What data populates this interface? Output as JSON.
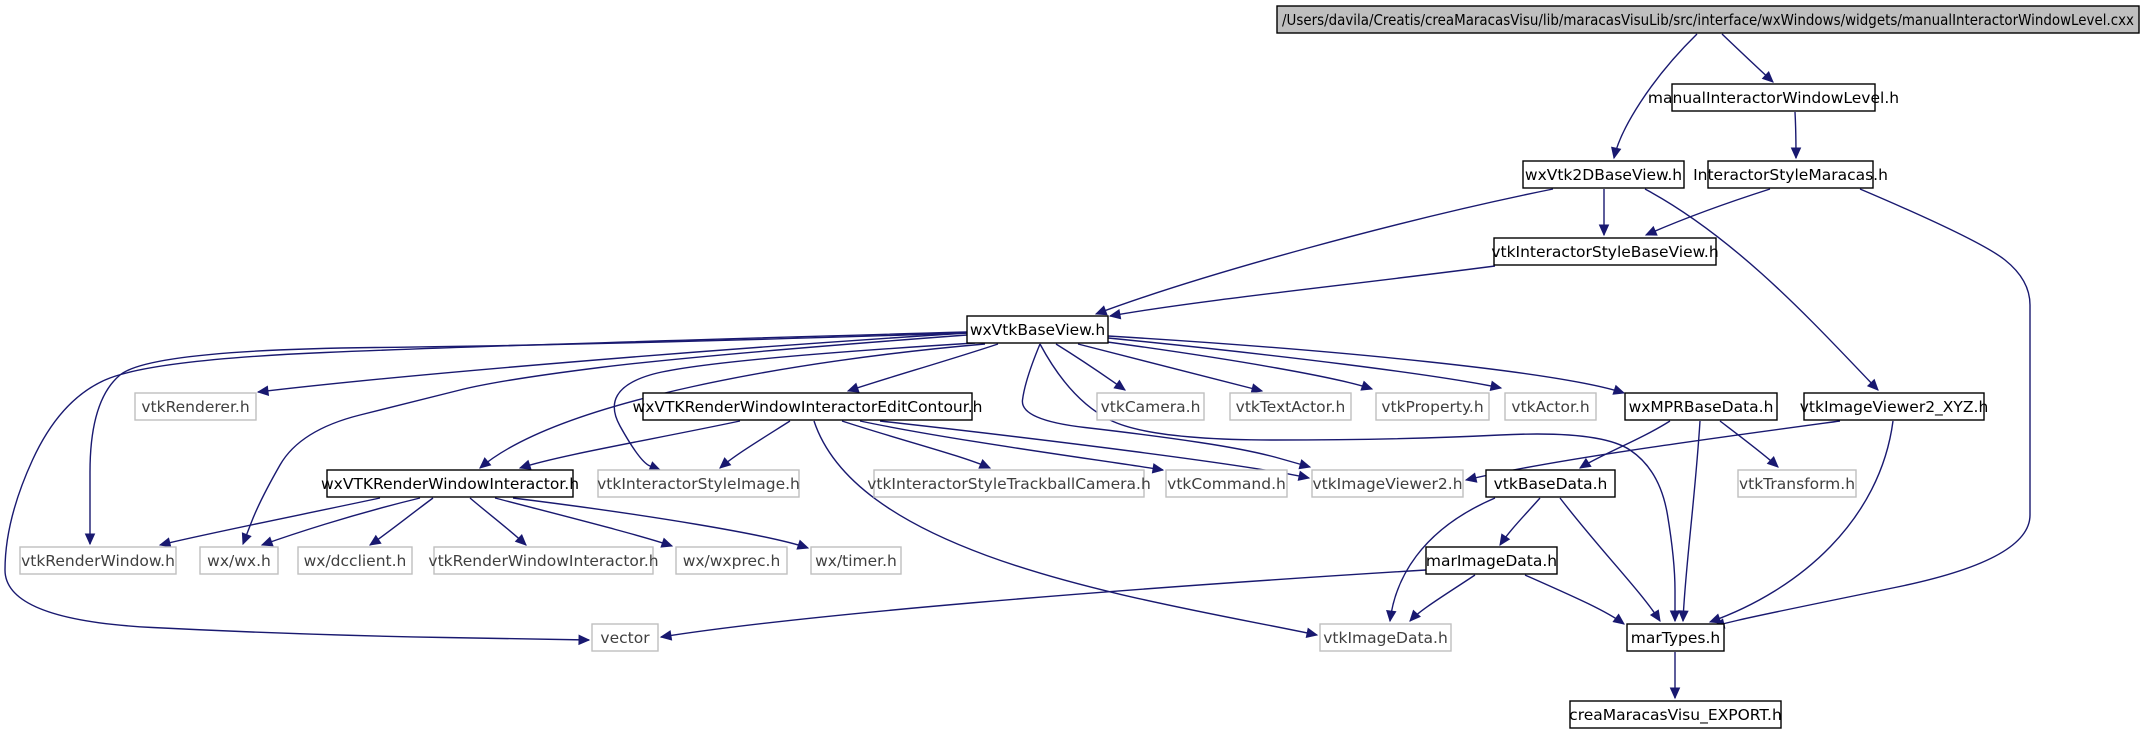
{
  "graph": {
    "title": "/Users/davila/Creatis/creaMaracasVisu/lib/maracasVisuLib/src/interface/wxWindows/widgets/manualInteractorWindowLevel.cxx",
    "colors": {
      "edge": "#191970",
      "root_fill": "#bfbfbf",
      "node_border": "#000000",
      "external_border": "#bfbfbf",
      "text": "#000000",
      "external_text": "#404040"
    },
    "nodes": [
      {
        "id": "root",
        "label": "/Users/davila/Creatis/creaMaracasVisu/lib/maracasVisuLib/src/interface/wxWindows/widgets/manualInteractorWindowLevel.cxx",
        "kind": "root"
      },
      {
        "id": "manualInteractorWindowLevel_h",
        "label": "manualInteractorWindowLevel.h",
        "kind": "doc"
      },
      {
        "id": "wxVtk2DBaseView_h",
        "label": "wxVtk2DBaseView.h",
        "kind": "doc"
      },
      {
        "id": "InteractorStyleMaracas_h",
        "label": "InteractorStyleMaracas.h",
        "kind": "doc"
      },
      {
        "id": "vtkInteractorStyleBaseView_h",
        "label": "vtkInteractorStyleBaseView.h",
        "kind": "doc"
      },
      {
        "id": "wxVtkBaseView_h",
        "label": "wxVtkBaseView.h",
        "kind": "doc"
      },
      {
        "id": "vtkRenderer_h",
        "label": "vtkRenderer.h",
        "kind": "ext"
      },
      {
        "id": "wxVTKRenderWindowInteractorEditContour_h",
        "label": "wxVTKRenderWindowInteractorEditContour.h",
        "kind": "doc"
      },
      {
        "id": "vtkCamera_h",
        "label": "vtkCamera.h",
        "kind": "ext"
      },
      {
        "id": "vtkTextActor_h",
        "label": "vtkTextActor.h",
        "kind": "ext"
      },
      {
        "id": "vtkProperty_h",
        "label": "vtkProperty.h",
        "kind": "ext"
      },
      {
        "id": "vtkActor_h",
        "label": "vtkActor.h",
        "kind": "ext"
      },
      {
        "id": "wxMPRBaseData_h",
        "label": "wxMPRBaseData.h",
        "kind": "doc"
      },
      {
        "id": "vtkImageViewer2_XYZ_h",
        "label": "vtkImageViewer2_XYZ.h",
        "kind": "doc"
      },
      {
        "id": "wxVTKRenderWindowInteractor_h",
        "label": "wxVTKRenderWindowInteractor.h",
        "kind": "doc"
      },
      {
        "id": "vtkInteractorStyleImage_h",
        "label": "vtkInteractorStyleImage.h",
        "kind": "ext"
      },
      {
        "id": "vtkInteractorStyleTrackballCamera_h",
        "label": "vtkInteractorStyleTrackballCamera.h",
        "kind": "ext"
      },
      {
        "id": "vtkCommand_h",
        "label": "vtkCommand.h",
        "kind": "ext"
      },
      {
        "id": "vtkImageViewer2_h",
        "label": "vtkImageViewer2.h",
        "kind": "ext"
      },
      {
        "id": "vtkBaseData_h",
        "label": "vtkBaseData.h",
        "kind": "doc"
      },
      {
        "id": "vtkTransform_h",
        "label": "vtkTransform.h",
        "kind": "ext"
      },
      {
        "id": "vtkRenderWindow_h",
        "label": "vtkRenderWindow.h",
        "kind": "ext"
      },
      {
        "id": "wx_wx_h",
        "label": "wx/wx.h",
        "kind": "ext"
      },
      {
        "id": "wx_dcclient_h",
        "label": "wx/dcclient.h",
        "kind": "ext"
      },
      {
        "id": "vtkRenderWindowInteractor_h",
        "label": "vtkRenderWindowInteractor.h",
        "kind": "ext"
      },
      {
        "id": "wx_wxprec_h",
        "label": "wx/wxprec.h",
        "kind": "ext"
      },
      {
        "id": "wx_timer_h",
        "label": "wx/timer.h",
        "kind": "ext"
      },
      {
        "id": "marImageData_h",
        "label": "marImageData.h",
        "kind": "doc"
      },
      {
        "id": "vector",
        "label": "vector",
        "kind": "ext"
      },
      {
        "id": "vtkImageData_h",
        "label": "vtkImageData.h",
        "kind": "ext"
      },
      {
        "id": "marTypes_h",
        "label": "marTypes.h",
        "kind": "doc"
      },
      {
        "id": "creaMaracasVisu_EXPORT_h",
        "label": "creaMaracasVisu_EXPORT.h",
        "kind": "doc"
      }
    ],
    "edges": [
      {
        "from": "root",
        "to": "wxVtk2DBaseView_h"
      },
      {
        "from": "root",
        "to": "manualInteractorWindowLevel_h"
      },
      {
        "from": "manualInteractorWindowLevel_h",
        "to": "InteractorStyleMaracas_h"
      },
      {
        "from": "wxVtk2DBaseView_h",
        "to": "wxVtkBaseView_h"
      },
      {
        "from": "wxVtk2DBaseView_h",
        "to": "vtkInteractorStyleBaseView_h"
      },
      {
        "from": "wxVtk2DBaseView_h",
        "to": "vtkImageViewer2_XYZ_h"
      },
      {
        "from": "InteractorStyleMaracas_h",
        "to": "vtkInteractorStyleBaseView_h"
      },
      {
        "from": "InteractorStyleMaracas_h",
        "to": "marTypes_h"
      },
      {
        "from": "vtkInteractorStyleBaseView_h",
        "to": "wxVtkBaseView_h"
      },
      {
        "from": "wxVtkBaseView_h",
        "to": "vtkRenderer_h"
      },
      {
        "from": "wxVtkBaseView_h",
        "to": "wxVTKRenderWindowInteractorEditContour_h"
      },
      {
        "from": "wxVtkBaseView_h",
        "to": "vtkCamera_h"
      },
      {
        "from": "wxVtkBaseView_h",
        "to": "vtkTextActor_h"
      },
      {
        "from": "wxVtkBaseView_h",
        "to": "vtkProperty_h"
      },
      {
        "from": "wxVtkBaseView_h",
        "to": "vtkActor_h"
      },
      {
        "from": "wxVtkBaseView_h",
        "to": "wxMPRBaseData_h"
      },
      {
        "from": "wxVtkBaseView_h",
        "to": "wxVTKRenderWindowInteractor_h"
      },
      {
        "from": "wxVtkBaseView_h",
        "to": "vtkInteractorStyleImage_h"
      },
      {
        "from": "wxVtkBaseView_h",
        "to": "vtkImageViewer2_h"
      },
      {
        "from": "wxVtkBaseView_h",
        "to": "vtkRenderWindow_h"
      },
      {
        "from": "wxVtkBaseView_h",
        "to": "wx_wx_h"
      },
      {
        "from": "wxVtkBaseView_h",
        "to": "vector"
      },
      {
        "from": "wxVtkBaseView_h",
        "to": "marTypes_h"
      },
      {
        "from": "wxVTKRenderWindowInteractorEditContour_h",
        "to": "wxVTKRenderWindowInteractor_h"
      },
      {
        "from": "wxVTKRenderWindowInteractorEditContour_h",
        "to": "vtkInteractorStyleImage_h"
      },
      {
        "from": "wxVTKRenderWindowInteractorEditContour_h",
        "to": "vtkInteractorStyleTrackballCamera_h"
      },
      {
        "from": "wxVTKRenderWindowInteractorEditContour_h",
        "to": "vtkCommand_h"
      },
      {
        "from": "wxVTKRenderWindowInteractorEditContour_h",
        "to": "vtkImageViewer2_h"
      },
      {
        "from": "wxVTKRenderWindowInteractorEditContour_h",
        "to": "vtkImageData_h"
      },
      {
        "from": "wxMPRBaseData_h",
        "to": "vtkBaseData_h"
      },
      {
        "from": "wxMPRBaseData_h",
        "to": "vtkTransform_h"
      },
      {
        "from": "wxMPRBaseData_h",
        "to": "marTypes_h"
      },
      {
        "from": "vtkImageViewer2_XYZ_h",
        "to": "vtkImageViewer2_h"
      },
      {
        "from": "vtkImageViewer2_XYZ_h",
        "to": "marTypes_h"
      },
      {
        "from": "wxVTKRenderWindowInteractor_h",
        "to": "vtkRenderWindow_h"
      },
      {
        "from": "wxVTKRenderWindowInteractor_h",
        "to": "wx_wx_h"
      },
      {
        "from": "wxVTKRenderWindowInteractor_h",
        "to": "wx_dcclient_h"
      },
      {
        "from": "wxVTKRenderWindowInteractor_h",
        "to": "vtkRenderWindowInteractor_h"
      },
      {
        "from": "wxVTKRenderWindowInteractor_h",
        "to": "wx_wxprec_h"
      },
      {
        "from": "wxVTKRenderWindowInteractor_h",
        "to": "wx_timer_h"
      },
      {
        "from": "vtkBaseData_h",
        "to": "marImageData_h"
      },
      {
        "from": "vtkBaseData_h",
        "to": "vtkImageData_h"
      },
      {
        "from": "vtkBaseData_h",
        "to": "marTypes_h"
      },
      {
        "from": "marImageData_h",
        "to": "vector"
      },
      {
        "from": "marImageData_h",
        "to": "vtkImageData_h"
      },
      {
        "from": "marImageData_h",
        "to": "marTypes_h"
      },
      {
        "from": "marTypes_h",
        "to": "creaMaracasVisu_EXPORT_h"
      }
    ]
  }
}
